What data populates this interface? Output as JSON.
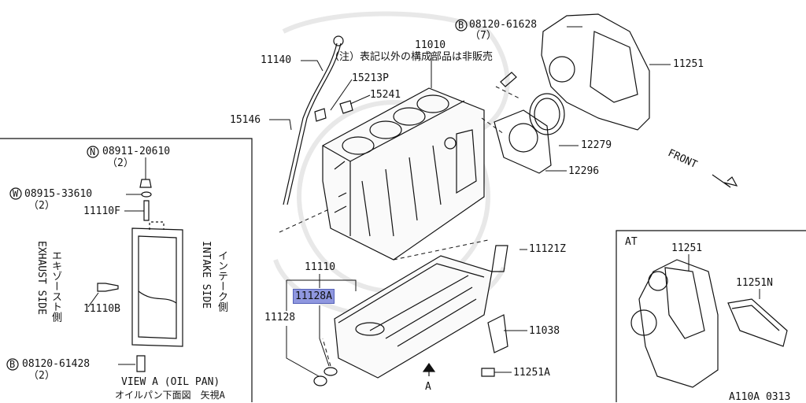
{
  "labels": {
    "p11140": "11140",
    "note_jp": "（注）表記以外の構成部品は非販売",
    "p11010": "11010",
    "bolt_61628": "08120-61628",
    "bolt_61628_qty": "（7）",
    "p11251_top": "11251",
    "p15213p": "15213P",
    "p15241": "15241",
    "p15146": "15146",
    "p12279": "12279",
    "p12296": "12296",
    "front": "FRONT",
    "nut_20610": "08911-20610",
    "nut_20610_qty": "（2）",
    "washer_33610": "08915-33610",
    "washer_33610_qty": "（2）",
    "p11110f": "11110F",
    "exhaust_side": "EXHAUST SIDE",
    "exhaust_jp": "エキゾースト側",
    "intake_side": "INTAKE SIDE",
    "intake_jp": "インテーク側",
    "p11110b": "11110B",
    "bolt_61428": "08120-61428",
    "bolt_61428_qty": "（2）",
    "view_a": "VIEW A (OIL PAN)",
    "view_a_jp": "オイルパン下面図　矢視A",
    "p11110": "11110",
    "p11128a": "11128A",
    "p11128": "11128",
    "p11121z": "11121Z",
    "p11038": "11038",
    "p11251a": "11251A",
    "arrow_a": "A",
    "at": "AT",
    "p11251_at": "11251",
    "p11251n": "11251N",
    "figure_code": "A110A 0313",
    "circle_b": "B",
    "circle_n": "N",
    "circle_w": "W"
  },
  "colors": {
    "line": "#111111",
    "highlight": "#8f97df",
    "watermark": "#e6e6e6"
  }
}
